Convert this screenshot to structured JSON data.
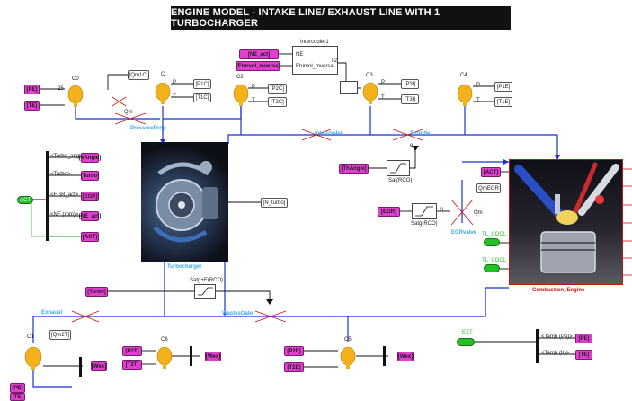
{
  "title": "ENGINE MODEL - INTAKE LINE/ EXHAUST LINE WITH 1 TURBOCHARGER",
  "colors": {
    "tag_fill": "#e23fd0",
    "wire_blue": "#1b2fd6",
    "wire_black": "#111111",
    "port_green": "#25c025",
    "label_blue": "#3aa7ea",
    "label_red": "#cc1111",
    "chamber_yellow": "#f3b21c"
  },
  "chambers": {
    "c0": {
      "name": "C0"
    },
    "c": {
      "name": "C"
    },
    "c2": {
      "name": "C2"
    },
    "c3": {
      "name": "C3"
    },
    "c4": {
      "name": "C4"
    },
    "ct": {
      "name": "CT"
    },
    "c6": {
      "name": "C6"
    },
    "c5": {
      "name": "C5"
    }
  },
  "tags": {
    "pe": "[PE]",
    "te": "[TE]",
    "p1c_out": "[P1C]",
    "t1c_out": "[T1C]",
    "p2c_out": "[P2C]",
    "t2c_out": "[T2C]",
    "p3i_out": "[P3I]",
    "t3i_out": "[T3I]",
    "p1e_out": "[P1E]",
    "t1e_out": "[T1E]",
    "ne_act": "[NE_act]",
    "eturvol_mversa": "[Eturvol_mversa]",
    "v_angle": "[VAngle]",
    "turbo_tag": "[Turbo]",
    "egr_tag": "[EGR]",
    "ne_act2": "[NE_act]",
    "act_tag": "[ACT]",
    "thangle": "[ThAngle]",
    "egr_in": "[EGR]",
    "turbo_in": "[Turbo]",
    "p2t": "[P2T]",
    "t2t": "[T2T]",
    "p2e": "[P2E]",
    "t2e": "[T2E]",
    "wext_ct": "[Wex]",
    "wext_c6": "[Wex]",
    "wext_c5": "[Wex]",
    "pe_out": "[PE]",
    "te_out": "[TE]",
    "pe_left": "[PE]",
    "te_left": "[TE]",
    "act_engine": "[ACT]",
    "qm_egr": "QmEGR",
    "qm1c": "[Qm1C]",
    "qm2t": "[Qm2T]",
    "nturbo": "[N_turbo]"
  },
  "labels": {
    "act_port": "ACT",
    "ext_port": "EXT",
    "tlcool": "TL_COOL",
    "tlcool2": "TL_COOL",
    "turbocharger": "Turbocharger",
    "combustion_engine": "Combustion_Engine",
    "intercooler": "Intercooler1",
    "pressure_drop": "PressureDrop",
    "intercooler_lbl": "Intercooler",
    "throttle_lbl": "Throttle",
    "exhaust_lbl": "Exhaust",
    "wastegate_lbl": "WastesGate",
    "egrvalve_lbl": "EGRvalve",
    "sat_rco": "Sat(RCO)",
    "satg_rco": "Satg(RCO)",
    "satg_rco2": "Satg+E(RCO)",
    "ne": "NE",
    "eturvol": "Eturvol_mversa",
    "t2": "T2",
    "p_label": "P",
    "t_label": "T",
    "qm": "Qm",
    "s_label": "S",
    "vturbo_angle": "<Turbo_angle>",
    "vturbo": "<Turbo>",
    "vegr": "<EGR_act>",
    "vne": "<NE (rpm)>",
    "tamb_pa": "<Tamb (Pa)>",
    "tamb_k": "<Tamb (K)>",
    "val_25": "25",
    "val_m": "m",
    "val_dot": "e",
    "val_qm": "Qm",
    "val_s": "S"
  }
}
